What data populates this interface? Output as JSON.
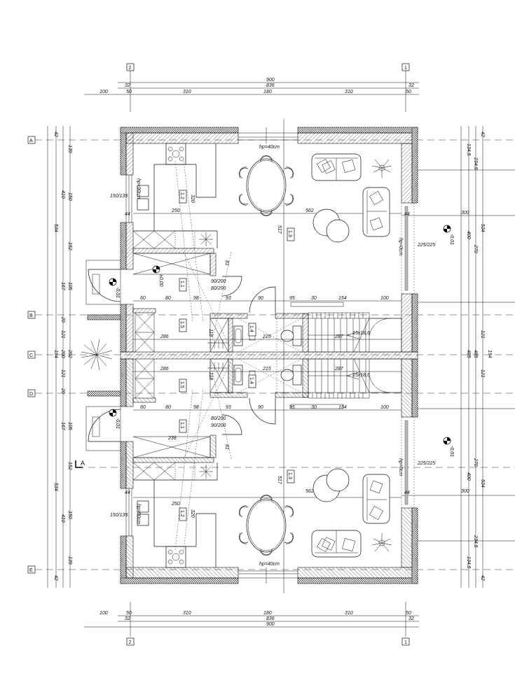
{
  "axes": {
    "columns": [
      "2",
      "1"
    ],
    "rows": [
      "A",
      "B",
      "C",
      "D",
      "E"
    ]
  },
  "top_dims": {
    "overall": "900",
    "axis_row": [
      "32",
      "836",
      "32"
    ],
    "segments": [
      "100",
      "50",
      "310",
      "180",
      "310",
      "50"
    ]
  },
  "left_dims": [
    "42",
    "139",
    "410",
    "150",
    "534",
    "152",
    "167",
    "105",
    "20",
    "121",
    "194",
    "200",
    "202",
    "121",
    "20",
    "105",
    "167",
    "152",
    "534",
    "410",
    "150",
    "139",
    "42"
  ],
  "right_dims": [
    "42",
    "134,5",
    "234,5",
    "300",
    "400",
    "534",
    "270",
    "121",
    "485",
    "485",
    "194",
    "121",
    "270",
    "400",
    "534",
    "300",
    "234,5",
    "134,5",
    "42"
  ],
  "interior": {
    "kitchen_width": "250",
    "living_width": "562",
    "axis_depth": "517",
    "sill_top": "hp=40cm",
    "sill_left": "hp=90cm",
    "sill_right": "hp=0cm",
    "window_left": "150/135",
    "window_right": "225/225",
    "reveal": "44",
    "row_a": [
      "60",
      "80",
      "98",
      "93",
      "90",
      "95",
      "30",
      "154",
      "100"
    ],
    "row_b": [
      "286",
      "215",
      "287"
    ],
    "door_a": "90/200",
    "door_b": "80/200",
    "counter": "320",
    "pantry": "81",
    "closet": "118",
    "stair": "15x18,6",
    "pantry_width": "238"
  },
  "rooms": [
    "1.1",
    "1.2",
    "1.3",
    "1.4",
    "1.5"
  ],
  "levels": {
    "floor": "±0,00",
    "outside": "-0,01"
  },
  "section_mark": "A"
}
